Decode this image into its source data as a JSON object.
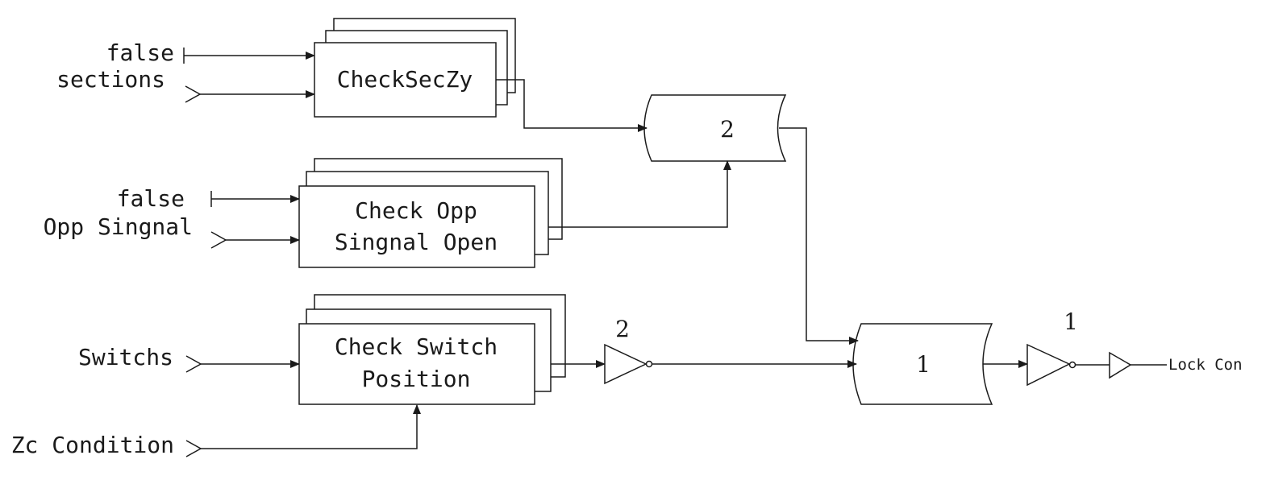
{
  "inputs": {
    "false_1": "false",
    "sections": "sections",
    "false_2": "false",
    "opp_signal": "Opp Singnal",
    "switchs": "Switchs",
    "zc_condition": "Zc Condition"
  },
  "blocks": {
    "check_sec": "CheckSecZy",
    "check_opp_line1": "Check Opp",
    "check_opp_line2": "Singnal Open",
    "check_switch_line1": "Check Switch",
    "check_switch_line2": "Position"
  },
  "gates": {
    "gate_upper_label": "2",
    "gate_lower_label": "1",
    "inverter_left_label": "2",
    "inverter_right_label": "1"
  },
  "output": {
    "label": "Lock Con"
  }
}
